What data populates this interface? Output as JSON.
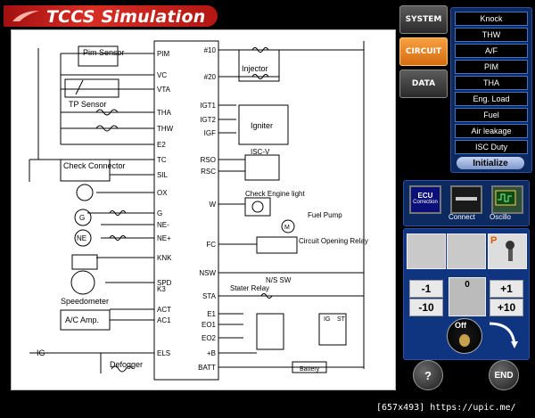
{
  "window": {
    "title": "TCCS Simulation"
  },
  "modes": {
    "system": "SYSTEM",
    "circuit": "CIRCUIT",
    "data": "DATA"
  },
  "signal_list": [
    "Knock",
    "THW",
    "A/F",
    "PIM",
    "THA",
    "Eng. Load",
    "Fuel",
    "Air leakage",
    "ISC Duty"
  ],
  "initialize_label": "Initialize",
  "tools": {
    "ecu_label": "ECU",
    "ecu_sub": "Correction",
    "connect_label": "Connect",
    "oscillo_label": "Oscillo"
  },
  "controls": {
    "minus1": "-1",
    "plus1": "+1",
    "minus10": "-10",
    "plus10": "+10",
    "value": "0",
    "off_label": "Off",
    "p_label": "P",
    "help": "?",
    "end": "END"
  },
  "watermark": "[657x493] https://upic.me/",
  "diagram": {
    "ecu_pins_left": [
      "PIM",
      "VC",
      "VTA",
      "THA",
      "THW",
      "E2",
      "TC",
      "SIL",
      "OX",
      "G",
      "NE-",
      "NE+",
      "KNK",
      "SPD",
      "K3",
      "ACT",
      "AC1",
      "ELS"
    ],
    "ecu_pins_right": [
      "#10",
      "#20",
      "IGT1",
      "IGT2",
      "IGF",
      "RSO",
      "RSC",
      "W",
      "FC",
      "NSW",
      "STA",
      "E1",
      "EO1",
      "EO2",
      "+B",
      "BATT"
    ],
    "components": {
      "pim_sensor": "Pim Sensor",
      "tp_sensor": "TP Sensor",
      "check_connector": "Check Connector",
      "speedometer": "Speedometer",
      "ac_amp": "A/C Amp.",
      "ig": "IG",
      "defogger": "Defogger",
      "injector": "Injector",
      "igniter": "Igniter",
      "isc_v": "ISC-V",
      "check_engine_light": "Check Engine light",
      "fuel_pump": "Fuel Pump",
      "circuit_opening_relay": "Circuit Opening Relay",
      "ns_sw": "N/S  SW",
      "starter_relay": "Stater Relay",
      "battery": "Battery",
      "ig_switch": "IG",
      "st_switch": "ST",
      "g_label": "G",
      "ne_label": "NE",
      "m_label": "M"
    }
  }
}
